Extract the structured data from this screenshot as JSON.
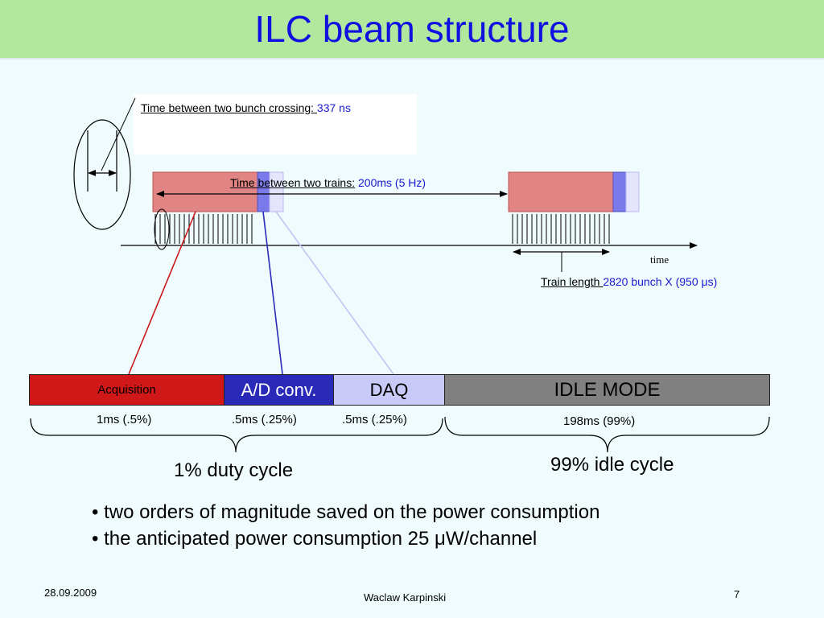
{
  "slide": {
    "title": "ILC beam structure"
  },
  "diagram": {
    "bunch_crossing_label": "Time between two bunch crossing: ",
    "bunch_crossing_value": "337 ns",
    "trains_label": "Time between two trains:",
    "trains_value": " 200ms (5 Hz)",
    "time_axis_label": "time",
    "train_length_label": "Train length ",
    "train_length_value": " 2820 bunch X (950 μs)"
  },
  "cycle_bar": {
    "segments": [
      {
        "label": "Acquisition",
        "duration": "1ms (.5%)",
        "color": "#d01818"
      },
      {
        "label": "A/D conv.",
        "duration": ".5ms (.25%)",
        "color": "#2a2ab8"
      },
      {
        "label": "DAQ",
        "duration": ".5ms (.25%)",
        "color": "#cacaf8"
      },
      {
        "label": "IDLE MODE",
        "duration": "198ms (99%)",
        "color": "#808080"
      }
    ],
    "duty_cycle_label": "1% duty cycle",
    "idle_cycle_label": "99% idle cycle"
  },
  "bullets": [
    "• two orders of magnitude saved on the power consumption",
    "• the anticipated power consumption 25 μW/channel"
  ],
  "footer": {
    "date": "28.09.2009",
    "author": "Waclaw Karpinski",
    "page": "7"
  }
}
